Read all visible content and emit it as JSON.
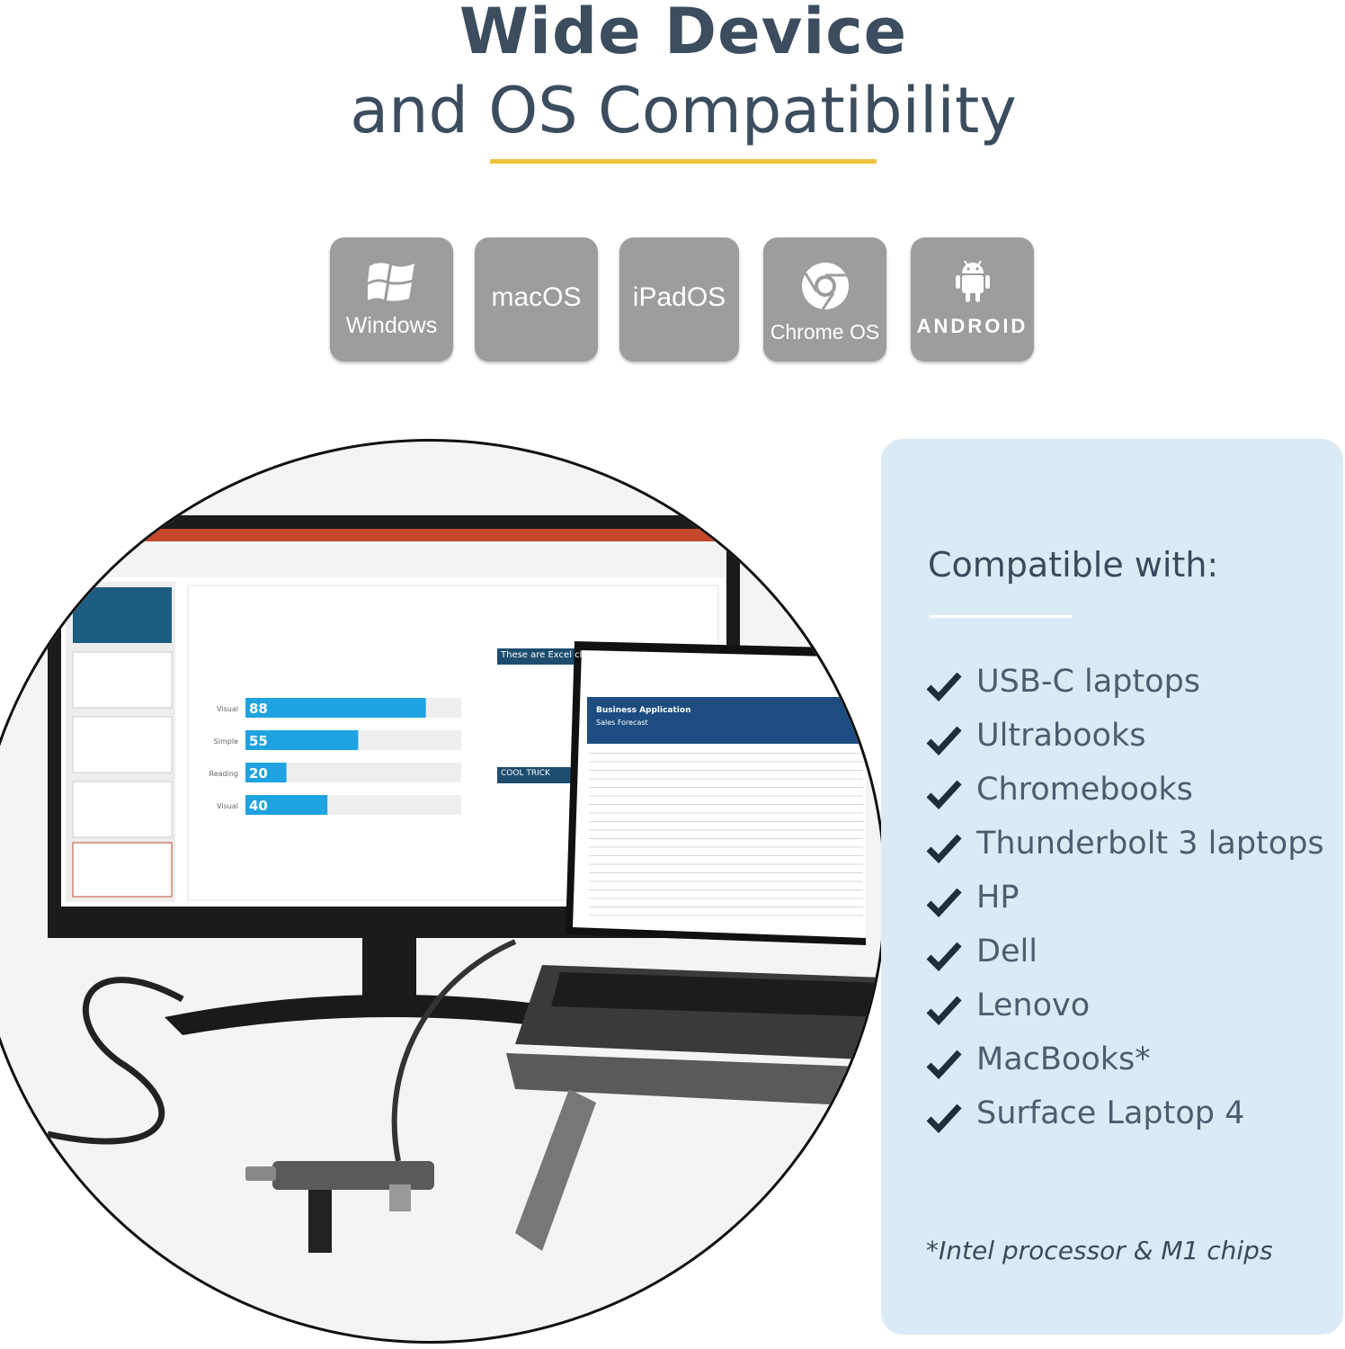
{
  "heading": {
    "line1": "Wide Device",
    "line2": "and OS Compatibility"
  },
  "os_tiles": [
    {
      "label": "Windows",
      "icon": "windows-icon"
    },
    {
      "label": "macOS",
      "icon": ""
    },
    {
      "label": "iPadOS",
      "icon": ""
    },
    {
      "label": "Chrome OS",
      "icon": "chrome-icon"
    },
    {
      "label": "ANDROID",
      "icon": "android-icon"
    }
  ],
  "screen": {
    "bar_labels": [
      "Visual",
      "Simple",
      "Reading",
      "Visual"
    ],
    "bar_values": [
      88,
      55,
      20,
      40
    ],
    "side_heading": "These are Excel char",
    "cool_trick": "COOL TRICK",
    "sheet_title": "Business Application",
    "sheet_subtitle": "Sales Forecast"
  },
  "panel": {
    "title": "Compatible with:",
    "items": [
      "USB-C laptops",
      "Ultrabooks",
      "Chromebooks",
      "Thunderbolt 3 laptops",
      "HP",
      "Dell",
      "Lenovo",
      "MacBooks*",
      "Surface Laptop 4"
    ],
    "footnote": "*Intel processor & M1 chips"
  },
  "colors": {
    "accent_yellow": "#f0c13c",
    "tile_gray": "#9d9d9d",
    "panel_blue": "#dbebf6",
    "text_dark": "#3b4d5e"
  }
}
